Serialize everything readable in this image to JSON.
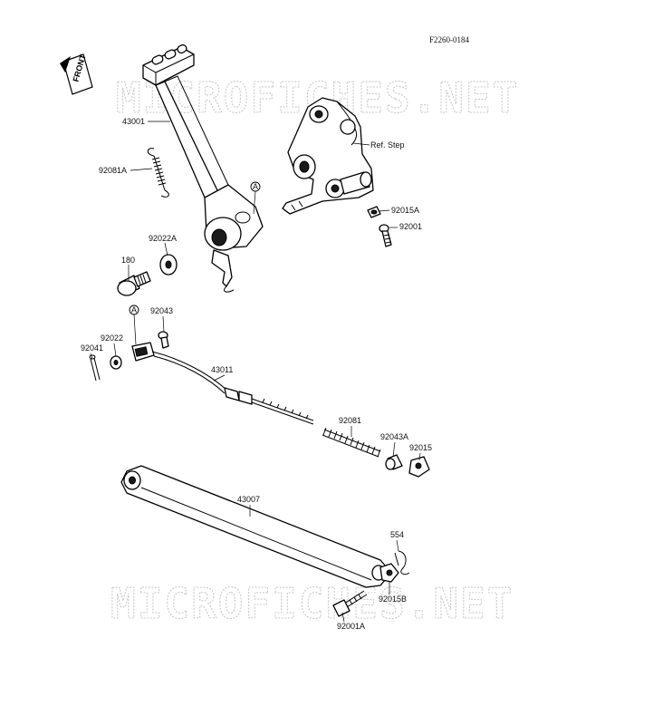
{
  "figure_code": "F2260-0184",
  "front_label": "FRONT",
  "watermark_text": "MICROFICHES.NET",
  "ref_label": "Ref. Step",
  "callout_marker": "A",
  "parts": {
    "p43001": "43001",
    "p92081A": "92081A",
    "p92022A": "92022A",
    "p180": "180",
    "p92015A": "92015A",
    "p92001": "92001",
    "p92043": "92043",
    "p92022": "92022",
    "p92041": "92041",
    "p43011": "43011",
    "p92081": "92081",
    "p92043A": "92043A",
    "p92015": "92015",
    "p43007": "43007",
    "p554": "554",
    "p92015B": "92015B",
    "p92001A": "92001A"
  }
}
